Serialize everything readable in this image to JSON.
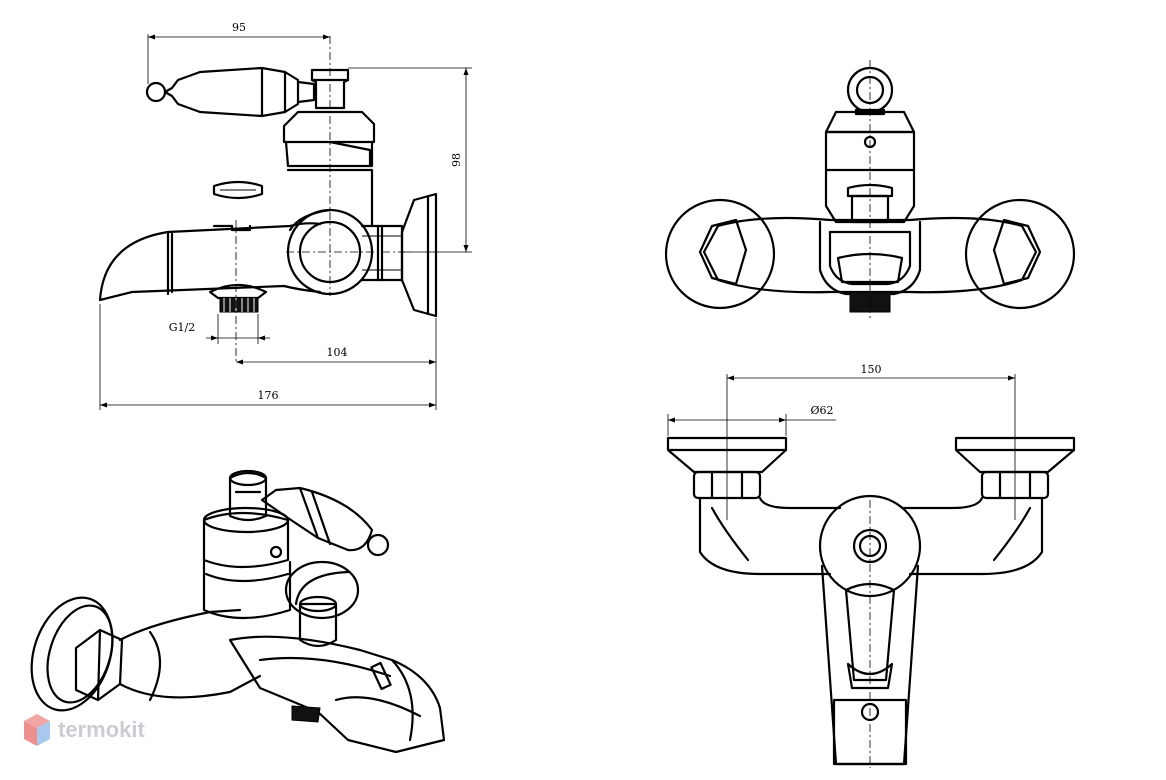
{
  "dimensions": {
    "top_width": "95",
    "height": "98",
    "thread": "G1/2",
    "spout_to_wall": "104",
    "total_length": "176",
    "centers": "150",
    "rosette_diameter": "Ø62"
  },
  "watermark": {
    "text": "termokit"
  },
  "colors": {
    "line": "#000000",
    "watermark": "#c9cdd3",
    "watermark_icon_top": "#f3a6a6",
    "watermark_icon_side": "#a9c8ee"
  }
}
